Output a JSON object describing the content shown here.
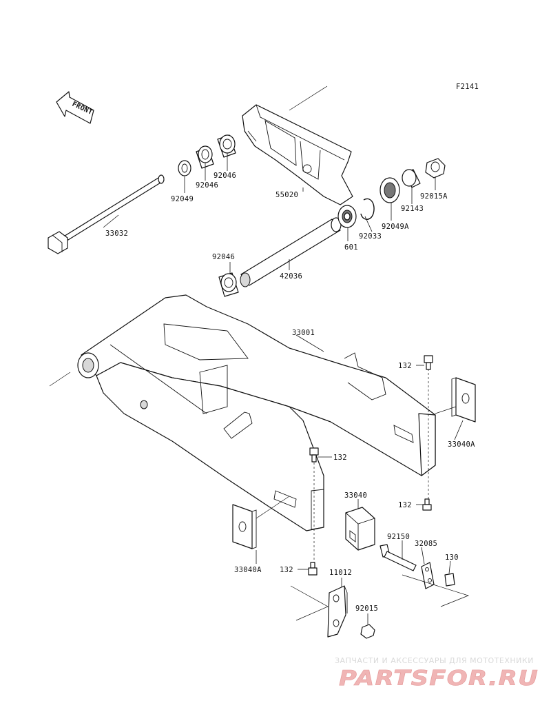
{
  "figure_code": "F2141",
  "front_arrow_label": "FRONT",
  "callouts": {
    "p33032": "33032",
    "p92049": "92049",
    "p92046a": "92046",
    "p92046b": "92046",
    "p92046c": "92046",
    "p55020": "55020",
    "p601": "601",
    "p92033": "92033",
    "p92049A": "92049A",
    "p92143": "92143",
    "p92015A": "92015A",
    "p42036": "42036",
    "p33001": "33001",
    "p132a": "132",
    "p132b": "132",
    "p132c": "132",
    "p132d": "132",
    "p33040Aa": "33040A",
    "p33040Ab": "33040A",
    "p33040": "33040",
    "p92150": "92150",
    "p32085": "32085",
    "p130": "130",
    "p11012": "11012",
    "p92015": "92015"
  },
  "watermark": {
    "tagline": "ЗАПЧАСТИ И АКСЕССУАРЫ ДЛЯ МОТОТЕХНИКИ",
    "logo": "PARTSFOR.RU"
  }
}
